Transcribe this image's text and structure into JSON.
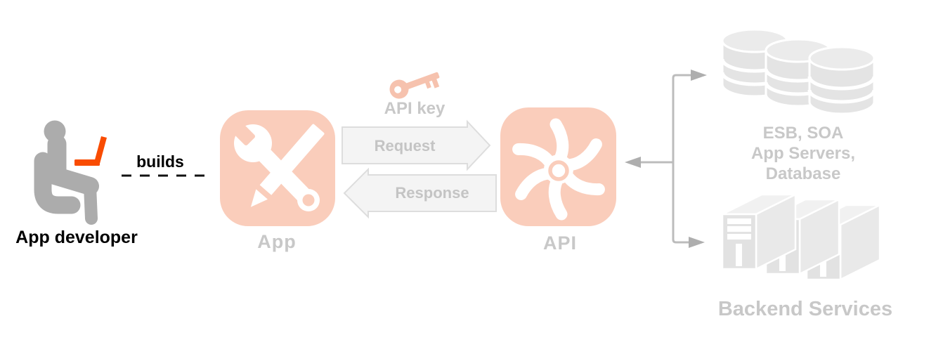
{
  "diagram": {
    "actor": {
      "label": "App developer",
      "icon": "person-at-laptop-icon"
    },
    "builds_edge": {
      "label": "builds",
      "style": "dashed-line"
    },
    "app_node": {
      "label": "App",
      "icon": "wrench-and-pencil-icon"
    },
    "api_key": {
      "label": "API key",
      "icon": "key-icon"
    },
    "request_arrow": {
      "label": "Request",
      "direction": "right"
    },
    "response_arrow": {
      "label": "Response",
      "direction": "left"
    },
    "api_node": {
      "label": "API",
      "icon": "gear-icon"
    },
    "esb_group": {
      "lines": [
        "ESB, SOA",
        "App Servers,",
        "Database"
      ],
      "icon": "database-stack-icon"
    },
    "backend_group": {
      "label": "Backend Services",
      "icon": "server-towers-icon"
    }
  },
  "colors": {
    "node_salmon": "#FACDBB",
    "key_salmon": "#F6C2AE",
    "laptop_orange": "#F94C02",
    "person_gray": "#ACACAC",
    "faded_text_gray": "#C8C8C8",
    "block_arrow_fill": "#F4F4F4",
    "block_arrow_stroke": "#DDDDDD",
    "connector_gray": "#BCBCBC",
    "backend_icon_gray": "#E3E3E3",
    "builds_text": "#000000"
  }
}
